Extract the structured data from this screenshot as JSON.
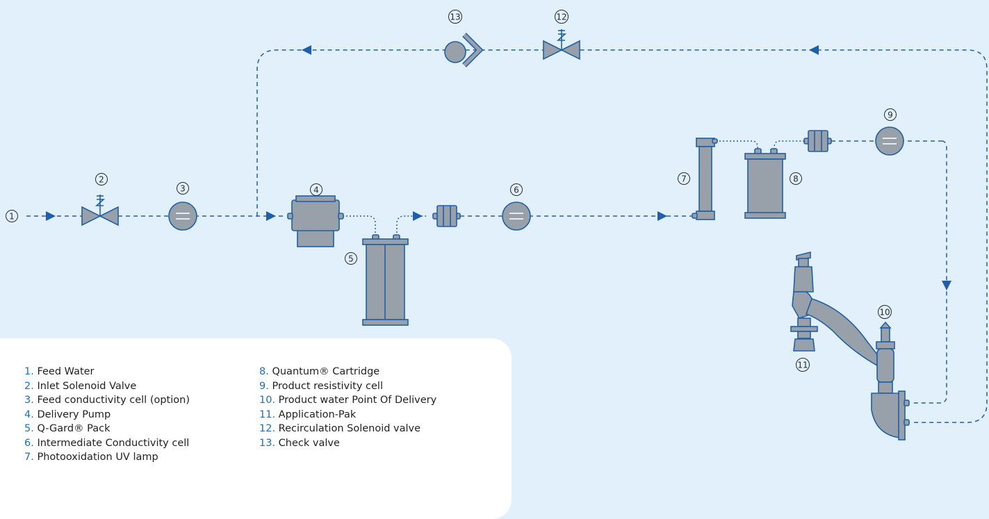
{
  "callouts": [
    "1",
    "2",
    "3",
    "4",
    "5",
    "6",
    "7",
    "8",
    "9",
    "10",
    "11",
    "12",
    "13"
  ],
  "legend": {
    "column_1": [
      {
        "num": "1.",
        "text": "Feed Water"
      },
      {
        "num": "2.",
        "text": "Inlet Solenoid Valve"
      },
      {
        "num": "3.",
        "text": "Feed conductivity cell (option)"
      },
      {
        "num": "4.",
        "text": "Delivery Pump"
      },
      {
        "num": "5.",
        "text": "Q-Gard® Pack"
      },
      {
        "num": "6.",
        "text": "Intermediate Conductivity cell"
      },
      {
        "num": "7.",
        "text": "Photooxidation UV lamp"
      }
    ],
    "column_2": [
      {
        "num": "8.",
        "text": "Quantum® Cartridge"
      },
      {
        "num": "9.",
        "text": "Product resistivity cell"
      },
      {
        "num": "10.",
        "text": "Product water Point Of Delivery"
      },
      {
        "num": "11.",
        "text": "Application-Pak"
      },
      {
        "num": "12.",
        "text": "Recirculation Solenoid valve"
      },
      {
        "num": "13.",
        "text": "Check valve"
      }
    ]
  },
  "colors": {
    "background": "#e1f0fb",
    "line": "#1f5fa8",
    "component": "#98a0aa",
    "legend_number": "#1f6fb5"
  }
}
